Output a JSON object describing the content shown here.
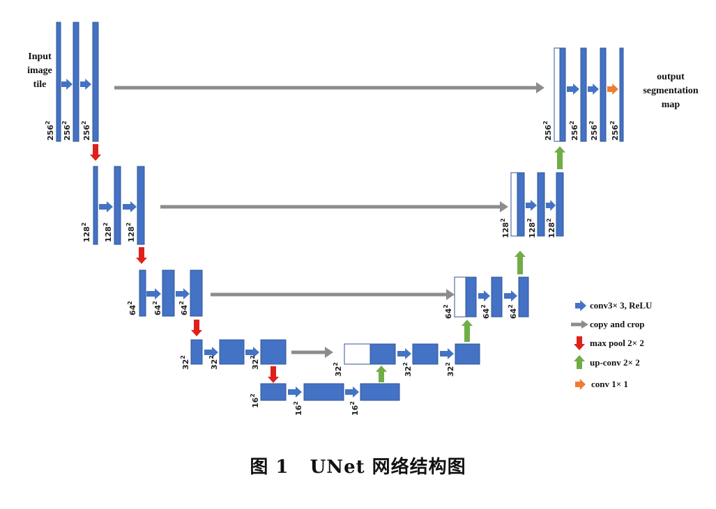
{
  "labels": {
    "input": [
      "Input",
      "image",
      "tile"
    ],
    "output": [
      "output",
      "segmentation",
      "map"
    ]
  },
  "legend": [
    {
      "type": "conv",
      "text": "conv3× 3, ReLU"
    },
    {
      "type": "copy",
      "text": "copy and crop"
    },
    {
      "type": "pool",
      "text": "max pool 2× 2"
    },
    {
      "type": "upconv",
      "text": "up-conv 2× 2"
    },
    {
      "type": "conv1",
      "text": "conv 1× 1"
    }
  ],
  "levels": [
    {
      "dim": "256",
      "encoder": [
        "256",
        "256",
        "256"
      ],
      "decoder": [
        "256",
        "256",
        "256",
        "256"
      ]
    },
    {
      "dim": "128",
      "encoder": [
        "128",
        "128",
        "128"
      ],
      "decoder": [
        "128",
        "128",
        "128"
      ]
    },
    {
      "dim": "64",
      "encoder": [
        "64",
        "64",
        "64"
      ],
      "decoder": [
        "64",
        "64",
        "64"
      ]
    },
    {
      "dim": "32",
      "encoder": [
        "32",
        "32",
        "32"
      ],
      "decoder": [
        "32",
        "32",
        "32"
      ]
    },
    {
      "dim": "16",
      "encoder": [
        "16",
        "16",
        "16"
      ]
    }
  ],
  "caption": {
    "figure": "图 1",
    "title": "UNet 网络结构图"
  },
  "colors": {
    "block": "#4472c4",
    "copy": "#8c8c8c",
    "pool": "#e0201b",
    "upconv": "#70ad47",
    "conv1": "#ed7d31"
  }
}
